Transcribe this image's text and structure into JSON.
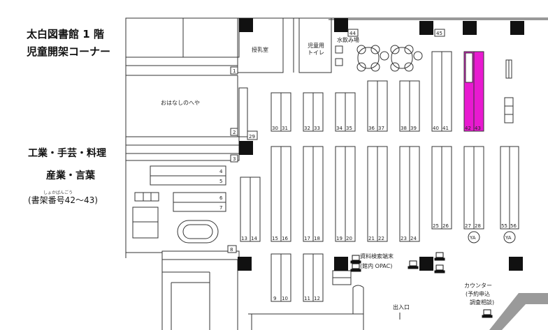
{
  "title": {
    "line1": "太白図書館 1 階",
    "line2": "児童開架コーナー"
  },
  "categories": {
    "line1": "工業・手芸・料理",
    "line2": "産業・言葉",
    "ruby": "しょかばんごう",
    "shelf_number_note": "(書架番号42～43)"
  },
  "colors": {
    "highlight": "#e81ad0",
    "pillar": "#111111",
    "line": "#333333"
  },
  "rooms": {
    "nursing_room": "授乳室",
    "kids_toilet_line1": "児童用",
    "kids_toilet_line2": "トイレ",
    "water_fountain": "水飲み場",
    "story_room": "おはなしのへや"
  },
  "desk": {
    "opac_line1": "資料検索端末",
    "opac_line2": "(館内 OPAC)",
    "counter_line1": "カウンター",
    "counter_line2": "(予約申込",
    "counter_line3": "調査相談)",
    "entrance": "出入口"
  },
  "shelf_numbers": {
    "s1": "1",
    "s2": "2",
    "s3": "3",
    "s4": "4",
    "s5": "5",
    "s6": "6",
    "s7": "7",
    "s8": "8",
    "s9": "9",
    "s10": "10",
    "s11": "11",
    "s12": "12",
    "s13": "13",
    "s14": "14",
    "s15": "15",
    "s16": "16",
    "s17": "17",
    "s18": "18",
    "s19": "19",
    "s20": "20",
    "s21": "21",
    "s22": "22",
    "s23": "23",
    "s24": "24",
    "s25": "25",
    "s26": "26",
    "s27": "27",
    "s28": "28",
    "s29": "29",
    "s30": "30",
    "s31": "31",
    "s32": "32",
    "s33": "33",
    "s34": "34",
    "s35": "35",
    "s36": "36",
    "s37": "37",
    "s38": "38",
    "s39": "39",
    "s40": "40",
    "s41": "41",
    "s42": "42",
    "s43": "43",
    "s44": "44",
    "s45": "45",
    "s55": "55",
    "s56": "56",
    "ya": "YA"
  }
}
